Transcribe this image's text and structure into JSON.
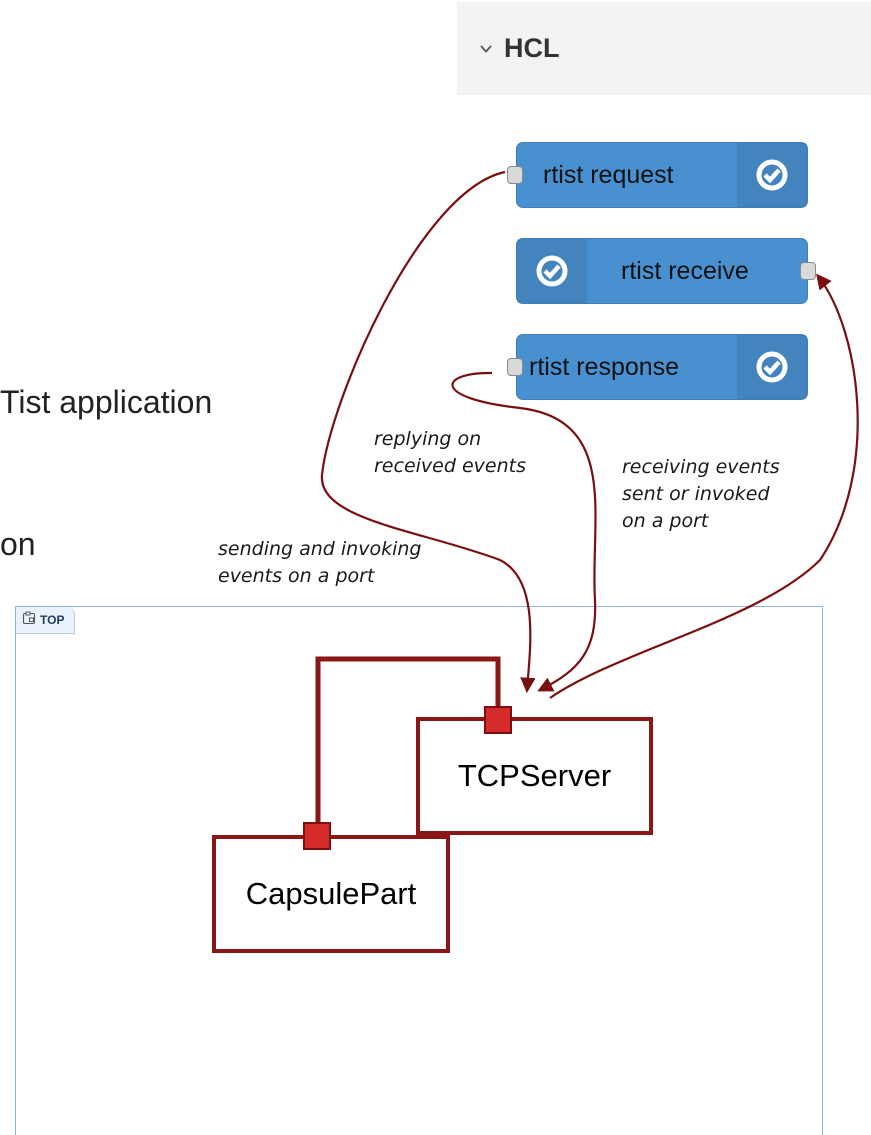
{
  "palette": {
    "title": "HCL",
    "chevron_icon": "chevron-down-icon"
  },
  "nodes": {
    "request": {
      "label": "rtist request",
      "icon": "check-badge-icon"
    },
    "receive": {
      "label": "rtist receive",
      "icon": "check-badge-icon"
    },
    "response": {
      "label": "rtist response",
      "icon": "check-badge-icon"
    }
  },
  "side_text": {
    "line1": "Tist application",
    "line2": "on"
  },
  "annotations": {
    "replying": [
      "replying on",
      "received events"
    ],
    "receiving": [
      "receiving events",
      "sent or invoked",
      "on a port"
    ],
    "sending": [
      "sending and invoking",
      "events on a port"
    ]
  },
  "structure": {
    "tab_label": "TOP",
    "tab_icon": "structure-icon",
    "parts": {
      "tcp_server": "TCPServer",
      "capsule_part": "CapsulePart"
    }
  },
  "colors": {
    "node_blue": "#4990d0",
    "arrow_red": "#7a0f0f",
    "part_border": "#8a1616",
    "port_red": "#d42a2a"
  }
}
